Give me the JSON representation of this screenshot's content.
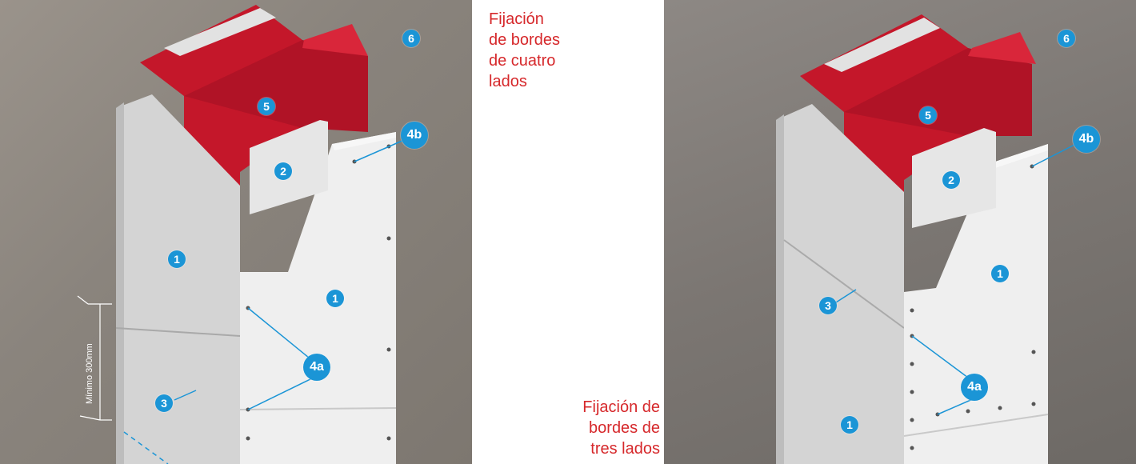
{
  "captions": {
    "four_sided": [
      "Fijación",
      "de bordes",
      "de cuatro",
      "lados"
    ],
    "three_sided": [
      "Fijación de",
      "bordes de",
      "tres lados"
    ]
  },
  "left_diagram": {
    "markers": {
      "m6": "6",
      "m5": "5",
      "m4b": "4b",
      "m2": "2",
      "m1a": "1",
      "m1b": "1",
      "m4a": "4a",
      "m3": "3"
    },
    "dimension_label": "Mínimo 300mm"
  },
  "right_diagram": {
    "markers": {
      "m6": "6",
      "m5": "5",
      "m4b": "4b",
      "m2": "2",
      "m1a": "1",
      "m3": "3",
      "m4a": "4a",
      "m1b": "1"
    }
  },
  "colors": {
    "caption_red": "#d6282b",
    "marker_blue": "#1b95d6",
    "steel_red": "#c4172a",
    "board_white": "#ececec"
  }
}
